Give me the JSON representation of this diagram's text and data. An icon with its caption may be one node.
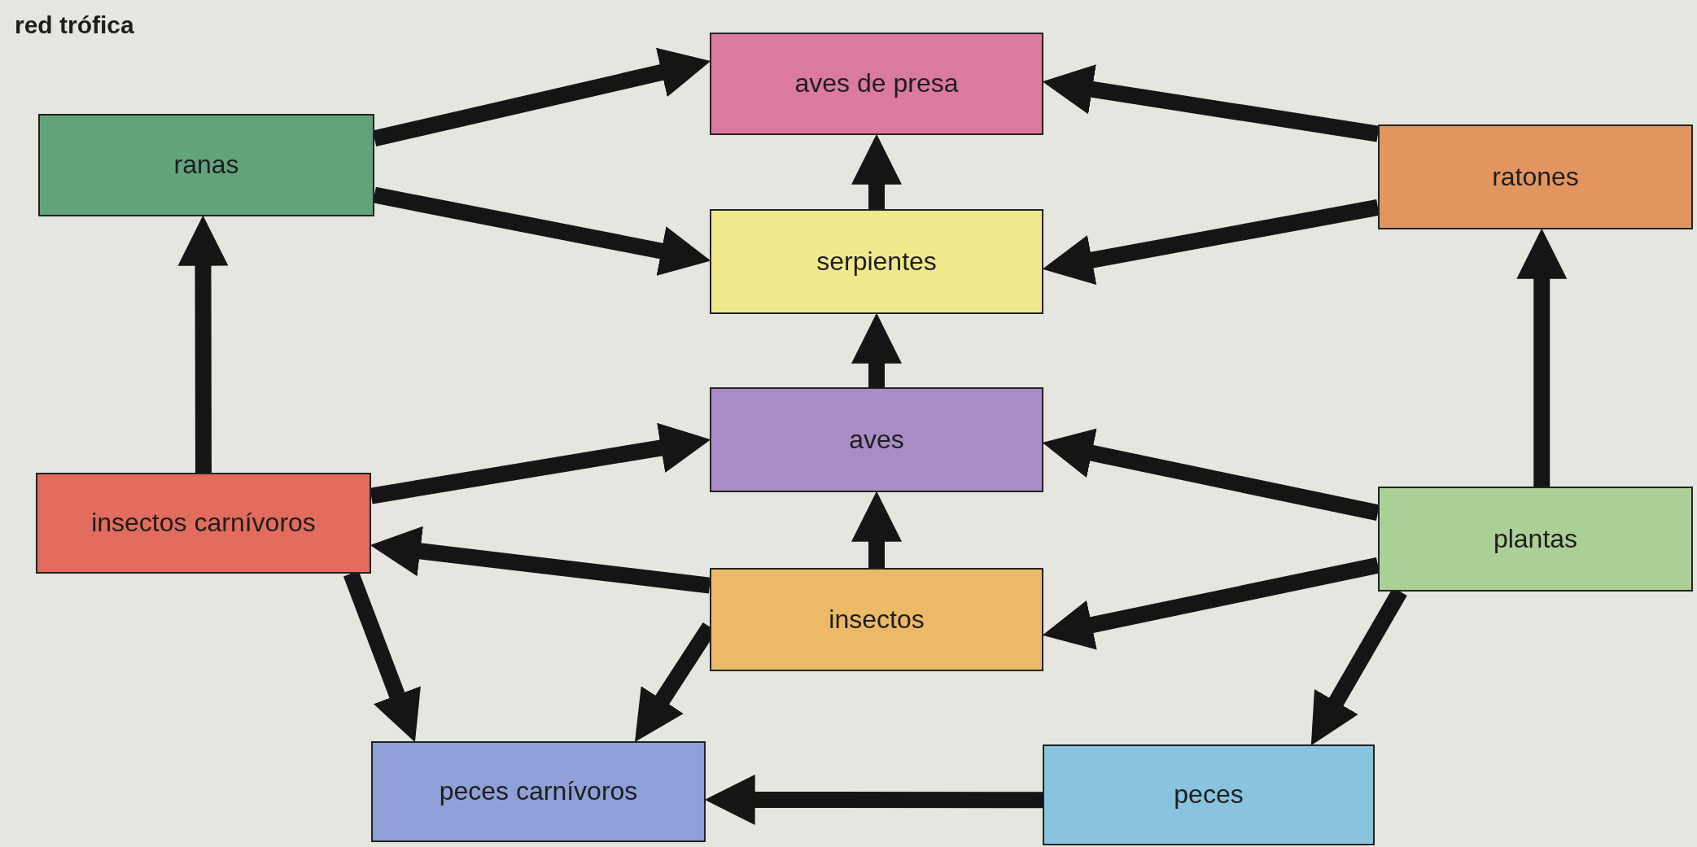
{
  "diagram": {
    "title": "red trófica",
    "nodes": [
      {
        "text": [
          "aves de presa"
        ]
      },
      {
        "text": [
          "ranas"
        ]
      },
      {
        "text": [
          "ratones"
        ]
      },
      {
        "text": [
          "serpientes"
        ]
      },
      {
        "text": [
          "aves"
        ]
      },
      {
        "text": [
          "insectos carnívoros"
        ]
      },
      {
        "text": [
          "plantas"
        ]
      },
      {
        "text": [
          "insectos"
        ]
      },
      {
        "text": [
          "peces carnívoros"
        ]
      },
      {
        "text": [
          "peces"
        ]
      }
    ],
    "edges": [
      {
        "from": 1,
        "to": 0,
        "arrow": "to"
      },
      {
        "from": 1,
        "to": 3,
        "arrow": "to"
      },
      {
        "from": 2,
        "to": 0,
        "arrow": "to"
      },
      {
        "from": 2,
        "to": 3,
        "arrow": "to"
      },
      {
        "from": 3,
        "to": 0,
        "arrow": "to"
      },
      {
        "from": 4,
        "to": 3,
        "arrow": "to"
      },
      {
        "from": 5,
        "to": 1,
        "arrow": "to"
      },
      {
        "from": 5,
        "to": 4,
        "arrow": "to"
      },
      {
        "from": 7,
        "to": 5,
        "arrow": "to"
      },
      {
        "from": 7,
        "to": 4,
        "arrow": "to"
      },
      {
        "from": 5,
        "to": 8,
        "arrow": "to"
      },
      {
        "from": 7,
        "to": 8,
        "arrow": "to"
      },
      {
        "from": 6,
        "to": 2,
        "arrow": "to"
      },
      {
        "from": 6,
        "to": 4,
        "arrow": "to"
      },
      {
        "from": 6,
        "to": 7,
        "arrow": "to"
      },
      {
        "from": 6,
        "to": 9,
        "arrow": "to"
      },
      {
        "from": 9,
        "to": 8,
        "arrow": "to"
      }
    ]
  }
}
